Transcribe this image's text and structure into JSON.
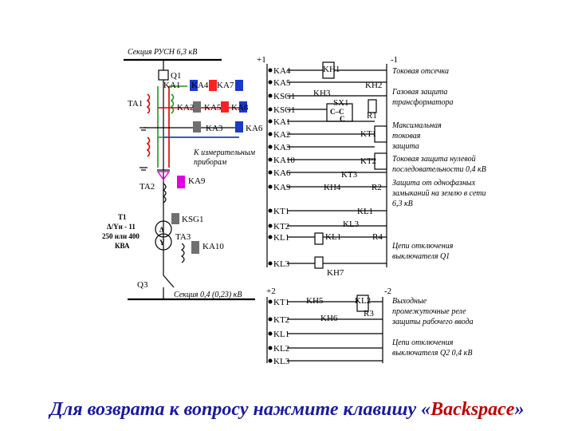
{
  "diagram": {
    "bus_title": "Секция РУСН 6,3 кВ",
    "bus_04": "Секция 0,4 (0,23) кВ",
    "q1": "Q1",
    "q3": "Q3",
    "ta1": "TA1",
    "ta2": "TA2",
    "ta3": "TA3",
    "t1_name": "T1",
    "t1_conn": "Δ/Yн - 11",
    "t1_power": "250 или 400",
    "t1_unit": "КВА",
    "to_instruments_1": "К измерительным",
    "to_instruments_2": "приборам",
    "relays_left": {
      "ka1": "KA1",
      "ka2": "KA2",
      "ka3": "KA3",
      "ka4": "KA4",
      "ka5": "KA5",
      "ka6": "KA6",
      "ka7": "KA7",
      "ka8": "KA8",
      "ka9": "KA9",
      "ka10": "KA10",
      "ksg1": "KSG1"
    },
    "plus1": "+1",
    "minus1": "-1",
    "plus2": "+2",
    "minus2": "-2",
    "contacts": [
      "KA4",
      "KA5",
      "KSG1",
      "KSG1",
      "KA1",
      "KA2",
      "KA3",
      "KA10",
      "KA6",
      "KA9",
      "KT1",
      "KT2",
      "KL1",
      "KL3"
    ],
    "contacts2": [
      "KT1",
      "KT2",
      "KL1",
      "KL2",
      "KL3"
    ],
    "coils": {
      "kh1": "KH1",
      "kh2": "KH2",
      "kh3": "KH3",
      "kh4": "KH4",
      "kh5": "KH5",
      "kh6": "KH6",
      "kh7": "KH7",
      "sx1": "SX1",
      "r1": "R1",
      "r2": "R2",
      "r3": "R3",
      "r4": "R4",
      "kt1": "KT1",
      "kt2": "KT2",
      "kt3": "KT3",
      "kl1": "KL1",
      "kl2": "KL2",
      "kl3": "KL3",
      "kl1b": "KL1",
      "sx1_c1": "C–C",
      "sx1_c2": "C"
    },
    "descriptions": [
      "Токовая отсечка",
      "Газовая защита",
      "трансформатора",
      "Максимальная",
      "токовая",
      "защита",
      "Токовая защита нулевой",
      "последовательности 0,4 кВ",
      "Защита от однофазных",
      "замыканий на землю в сети",
      "6,3 кВ",
      "Цепи отключения",
      "выключателя Q1",
      "Выходные",
      "промежуточные реле",
      "защиты рабочего ввода",
      "Цепи отключения",
      "выключателя Q2 0,4 кВ"
    ]
  },
  "footer": {
    "text_before": "Для возврата к вопросу нажмите клавишу «",
    "key": "Backspace",
    "text_after": "»"
  },
  "colors": {
    "relay_blue": "#1a3ac8",
    "relay_pink": "#e000e0",
    "relay_grey": "#707070",
    "wire_green": "#1a9a1a",
    "wire_red": "#e00000",
    "footer_text": "#1a1aa0",
    "footer_key": "#c00000"
  }
}
